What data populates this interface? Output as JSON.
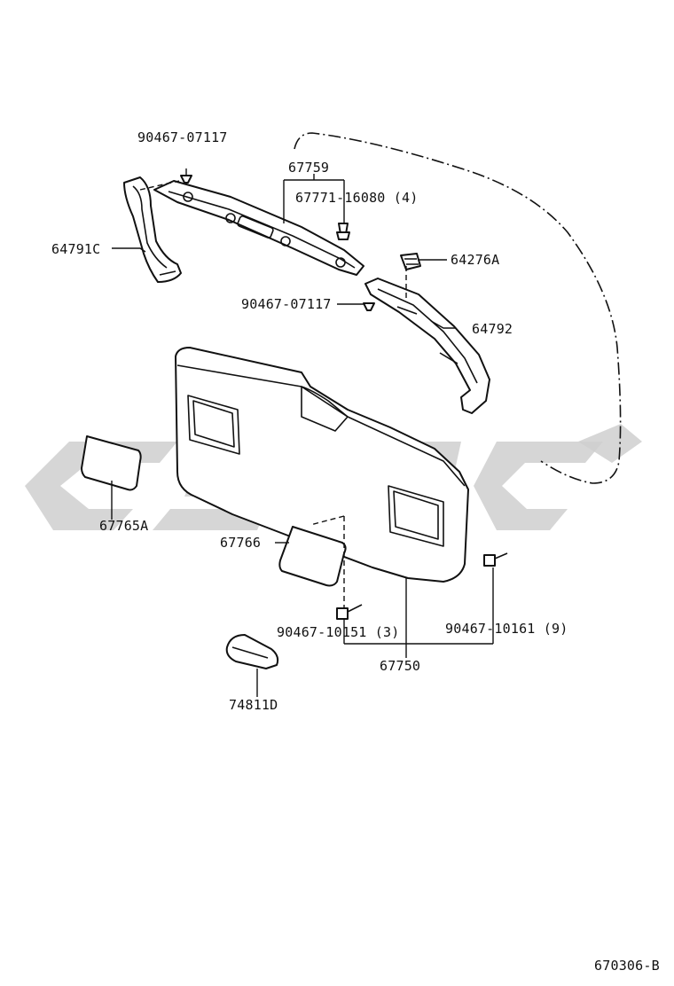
{
  "diagram": {
    "figure_code": "670306-B",
    "labels": {
      "p90467_07117_top": "90467-07117",
      "p67759": "67759",
      "p67771": "67771-16080 (4)",
      "p64791c": "64791C",
      "p64276a": "64276A",
      "p90467_07117_mid": "90467-07117",
      "p64792": "64792",
      "p67765a": "67765A",
      "p67766": "67766",
      "p90467_10151": "90467-10151 (3)",
      "p90467_10161": "90467-10161 (9)",
      "p67750": "67750",
      "p74811d": "74811D"
    },
    "colors": {
      "line": "#111111",
      "watermark": "#cfcfcf"
    }
  }
}
